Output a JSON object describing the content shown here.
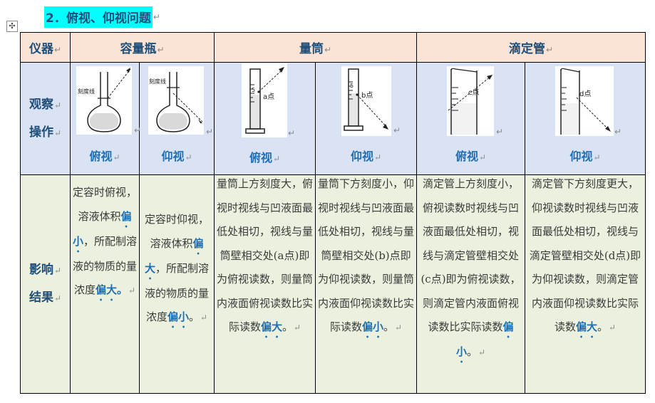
{
  "heading": "2．俯视、仰视问题",
  "para_mark": "↵",
  "move_handle_icon": "✣",
  "table": {
    "headers": {
      "instrument": "仪器",
      "flask": "容量瓶",
      "cylinder": "量筒",
      "burette": "滴定管"
    },
    "row_observe": {
      "label_1": "观察",
      "label_2": "操作"
    },
    "row_result": {
      "label_1": "影响",
      "label_2": "结果"
    },
    "figures": [
      {
        "tick_label": "刻度线",
        "mode": "俯视"
      },
      {
        "tick_label": "刻度线",
        "mode": "仰视"
      },
      {
        "scale": "5",
        "point": "a点",
        "mode": "俯视"
      },
      {
        "scale": "5",
        "point": "b点",
        "mode": "仰视"
      },
      {
        "point": "c点",
        "mode": "俯视"
      },
      {
        "point": "d点",
        "mode": "仰视"
      }
    ],
    "results": [
      {
        "pre": "定容时俯视，溶液体积",
        "emph": "偏小",
        "post": "，所配制溶液的物质的量浓度",
        "emph2": "偏大",
        "end": "。"
      },
      {
        "pre": "定容时仰视，溶液体积",
        "emph": "偏大",
        "post": "，所配制溶液的物质的量浓度",
        "emph2": "偏小",
        "end": "。"
      },
      {
        "pre": "量筒上方刻度大，俯视时视线与凹液面最低处相切，视线与量筒壁相交处(a点)即为俯视读数，则量筒内液面俯视读数比实际读数",
        "emph": "偏大",
        "end": "。"
      },
      {
        "pre": "量筒下方刻度小，仰视时视线与凹液面最低处相切，视线与量筒壁相交处(b)点即为仰视读数，则量筒内液面仰视读数比实际读数",
        "emph": "偏小",
        "end": "。"
      },
      {
        "pre": "滴定管上方刻度小，俯视读数时视线与凹液面最低处相切，视线与滴定管壁相交处(c点)即为俯视读数，则滴定管内液面俯视读数比实际读数",
        "emph": "偏小",
        "end": "。"
      },
      {
        "pre": "滴定管下方刻度更大，仰视读数时视线与凹液面最低处相切，视线与滴定管壁相交处(d点)即为仰视读数，则滴定管内液面仰视读数比实际读数",
        "emph": "偏大",
        "end": "。"
      }
    ]
  }
}
